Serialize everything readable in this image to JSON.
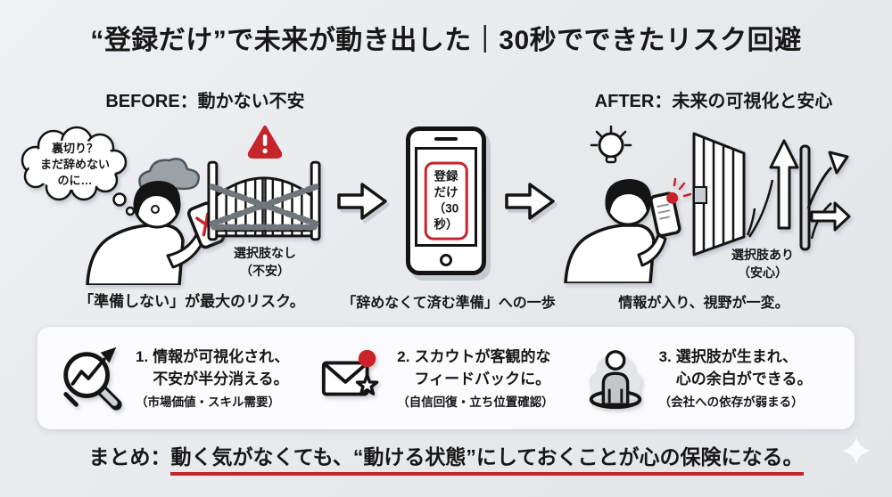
{
  "title": "“登録だけ”で未来が動き出した｜30秒でできたリスク回避",
  "before": {
    "heading": "BEFORE：動かない不安",
    "thought_bubble": "裏切り？\nまだ辞めない\nのに…",
    "gate_label": "選択肢なし\n（不安）",
    "caption": "「準備しない」が最大のリスク。"
  },
  "center": {
    "phone_label": "登録だけ\n（30秒）",
    "caption": "「辞めなくて済む準備」への一歩"
  },
  "after": {
    "heading": "AFTER：未来の可視化と安心",
    "gate_label": "選択肢あり\n（安心）",
    "caption": "情報が入り、視野が一変。"
  },
  "benefits": [
    {
      "number": "1.",
      "text": "情報が可視化され、\n不安が半分消える。",
      "note": "（市場価値・スキル需要）"
    },
    {
      "number": "2.",
      "text": "スカウトが客観的な\nフィードバックに。",
      "note": "（自信回復・立ち位置確認）"
    },
    {
      "number": "3.",
      "text": "選択肢が生まれ、\n心の余白ができる。",
      "note": "（会社への依存が弱まる）"
    }
  ],
  "summary": {
    "prefix": "まとめ：",
    "highlight": "動く気がなくても、“動ける状態”にしておくことが心の保険になる。"
  },
  "colors": {
    "background": "#e9ebee",
    "panel": "#fbfbfd",
    "accent_red": "#c6242b",
    "ink": "#171717"
  }
}
